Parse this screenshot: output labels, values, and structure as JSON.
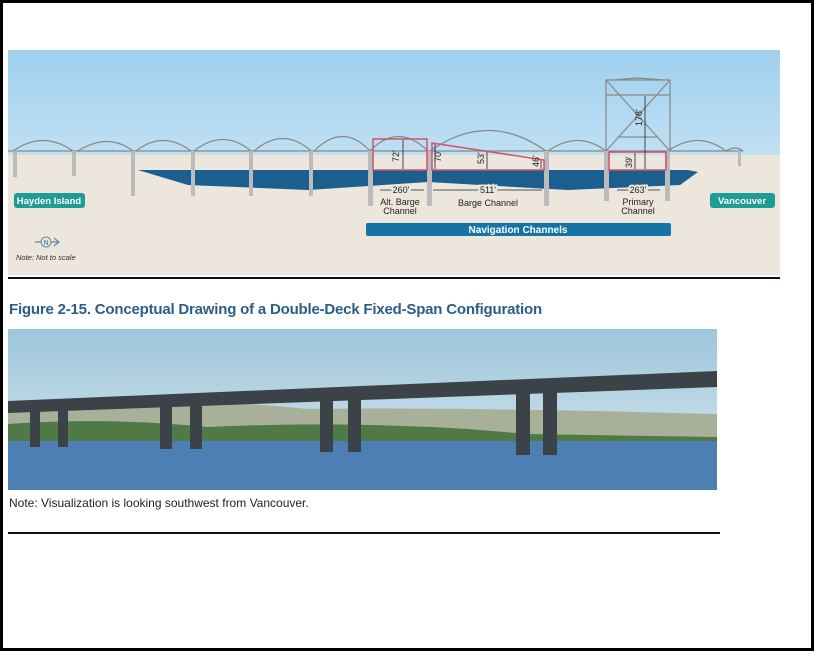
{
  "diagram": {
    "left_label": "Hayden Island",
    "right_label": "Vancouver",
    "north_icon": "north-arrow-icon",
    "north_letter": "N",
    "scale_note": "Note: Not to scale",
    "clearances": {
      "alt": "72'",
      "barge_left": "70'",
      "barge_mid": "53'",
      "barge_right": "46'",
      "primary": "39'",
      "lift": "178'"
    },
    "widths": {
      "alt": "260'",
      "barge": "511'",
      "primary": "263'"
    },
    "channels": {
      "alt_1": "Alt. Barge",
      "alt_2": "Channel",
      "barge": "Barge Channel",
      "primary_1": "Primary",
      "primary_2": "Channel"
    },
    "banner": "Navigation Channels",
    "colors": {
      "teal": "#1e9c96",
      "banner": "#1673a6",
      "water": "#1b5f8e",
      "clearance": "#d4526a"
    }
  },
  "figure": {
    "caption": "Figure 2-15. Conceptual Drawing of a Double-Deck Fixed-Span Configuration",
    "note": "Note: Visualization is looking southwest from Vancouver."
  }
}
